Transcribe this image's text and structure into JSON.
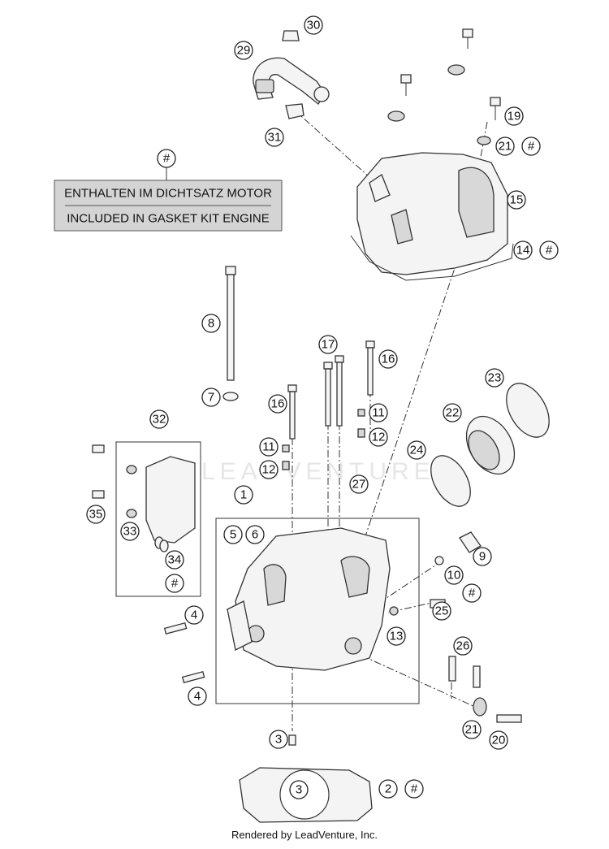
{
  "legend": {
    "symbol": "#",
    "line1": "ENTHALTEN IM DICHTSATZ MOTOR",
    "line2": "INCLUDED IN GASKET KIT ENGINE"
  },
  "watermark": "LEADVENTURE",
  "footer": "Rendered by LeadVenture, Inc.",
  "callouts": [
    {
      "id": "c30",
      "label": "30"
    },
    {
      "id": "c29",
      "label": "29"
    },
    {
      "id": "c31",
      "label": "31"
    },
    {
      "id": "c19",
      "label": "19"
    },
    {
      "id": "c21a",
      "label": "21"
    },
    {
      "id": "c21a_h",
      "label": "#"
    },
    {
      "id": "c15",
      "label": "15"
    },
    {
      "id": "c14",
      "label": "14"
    },
    {
      "id": "c14_h",
      "label": "#"
    },
    {
      "id": "c8",
      "label": "8"
    },
    {
      "id": "c7",
      "label": "7"
    },
    {
      "id": "c17",
      "label": "17"
    },
    {
      "id": "c16a",
      "label": "16"
    },
    {
      "id": "c16b",
      "label": "16"
    },
    {
      "id": "c11a",
      "label": "11"
    },
    {
      "id": "c12a",
      "label": "12"
    },
    {
      "id": "c11b",
      "label": "11"
    },
    {
      "id": "c12b",
      "label": "12"
    },
    {
      "id": "c23",
      "label": "23"
    },
    {
      "id": "c22",
      "label": "22"
    },
    {
      "id": "c24",
      "label": "24"
    },
    {
      "id": "c32",
      "label": "32"
    },
    {
      "id": "c35",
      "label": "35"
    },
    {
      "id": "c33",
      "label": "33"
    },
    {
      "id": "c34",
      "label": "34"
    },
    {
      "id": "c34_h",
      "label": "#"
    },
    {
      "id": "c1",
      "label": "1"
    },
    {
      "id": "c5",
      "label": "5"
    },
    {
      "id": "c6",
      "label": "6"
    },
    {
      "id": "c27",
      "label": "27"
    },
    {
      "id": "c9",
      "label": "9"
    },
    {
      "id": "c10",
      "label": "10"
    },
    {
      "id": "c10_h",
      "label": "#"
    },
    {
      "id": "c25",
      "label": "25"
    },
    {
      "id": "c13",
      "label": "13"
    },
    {
      "id": "c26",
      "label": "26"
    },
    {
      "id": "c4a",
      "label": "4"
    },
    {
      "id": "c4b",
      "label": "4"
    },
    {
      "id": "c21b",
      "label": "21"
    },
    {
      "id": "c20",
      "label": "20"
    },
    {
      "id": "c3a",
      "label": "3"
    },
    {
      "id": "c3b",
      "label": "3"
    },
    {
      "id": "c2",
      "label": "2"
    },
    {
      "id": "c2_h",
      "label": "#"
    }
  ]
}
